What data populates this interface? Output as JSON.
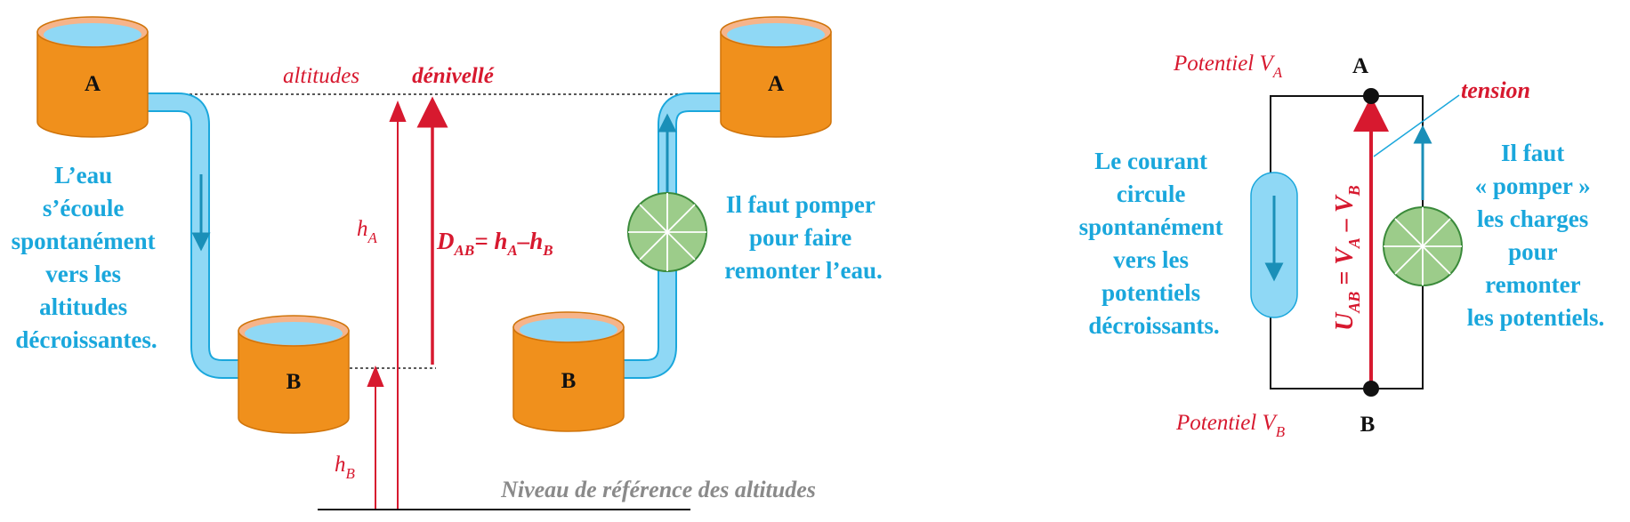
{
  "tanks": {
    "left_top": "A",
    "left_bottom": "B",
    "right_top": "A",
    "right_bottom": "B"
  },
  "left_text": [
    "L’eau",
    "s’écoule",
    "spontanément",
    "vers les",
    "altitudes",
    "décroissantes."
  ],
  "pump_text": [
    "Il faut pomper",
    "pour faire",
    "remonter l’eau."
  ],
  "labels": {
    "altitudes": "altitudes",
    "denivelle": "dénivellé",
    "hA": {
      "main": "h",
      "sub": "A"
    },
    "hB": {
      "main": "h",
      "sub": "B"
    },
    "dab": {
      "d": "D",
      "d_sub": "AB",
      "eq": "= h",
      "a_sub": "A",
      "minus": "–h",
      "b_sub": "B"
    },
    "reference": "Niveau de référence des altitudes"
  },
  "circuit": {
    "node_a": "A",
    "node_b": "B",
    "potential_a": {
      "main": "Potentiel V",
      "sub": "A"
    },
    "potential_b": {
      "main": "Potentiel V",
      "sub": "B"
    },
    "tension": "tension",
    "uab": {
      "u": "U",
      "u_sub": "AB",
      "eq": " = V",
      "a_sub": "A",
      "minus": " – V",
      "b_sub": "B"
    },
    "current_text": [
      "Le courant",
      "circule",
      "spontanément",
      "vers les",
      "potentiels",
      "décroissants."
    ],
    "pump_text": [
      "Il faut",
      "« pomper »",
      "les charges",
      "pour",
      "remonter",
      "les potentiels."
    ]
  },
  "colors": {
    "tank_orange": "#f0901c",
    "water": "#8fd8f5",
    "pipe": "#8fd8f5",
    "pipe_edge": "#1aa7dc",
    "pump_green": "#9ccc8a",
    "pump_edge": "#3a8a3a",
    "red": "#d7192f",
    "blue_text": "#1aa7dc",
    "grey_text": "#8a8a8a"
  }
}
